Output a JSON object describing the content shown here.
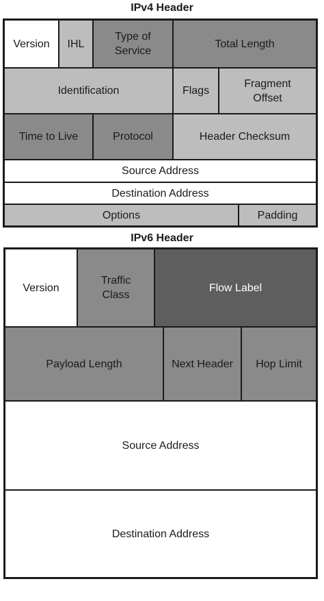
{
  "ipv4": {
    "title": "IPv4 Header",
    "fields": {
      "version": "Version",
      "ihl": "IHL",
      "type_of_service": "Type of\nService",
      "total_length": "Total Length",
      "identification": "Identification",
      "flags": "Flags",
      "fragment_offset": "Fragment\nOffset",
      "time_to_live": "Time to Live",
      "protocol": "Protocol",
      "header_checksum": "Header Checksum",
      "source_address": "Source Address",
      "destination_address": "Destination Address",
      "options": "Options",
      "padding": "Padding"
    }
  },
  "ipv6": {
    "title": "IPv6 Header",
    "fields": {
      "version": "Version",
      "traffic_class": "Traffic\nClass",
      "flow_label": "Flow Label",
      "payload_length": "Payload Length",
      "next_header": "Next Header",
      "hop_limit": "Hop Limit",
      "source_address": "Source Address",
      "destination_address": "Destination Address"
    }
  },
  "colors": {
    "white": "#ffffff",
    "light_gray": "#bdbdbd",
    "mid_gray": "#8a8a8a",
    "dark_gray": "#5e5e5e",
    "border": "#1a1a1a"
  }
}
